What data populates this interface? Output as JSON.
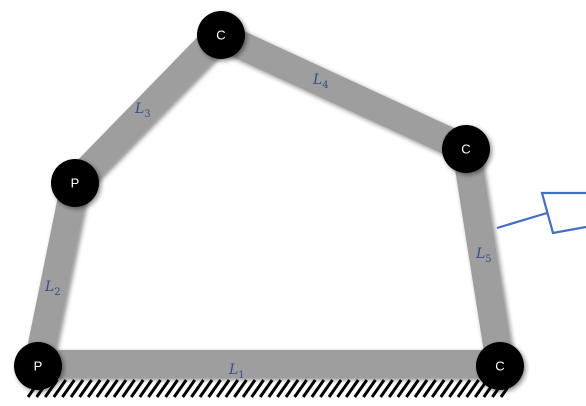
{
  "links": [
    {
      "id": "L1",
      "base": "L",
      "sub": "1"
    },
    {
      "id": "L2",
      "base": "L",
      "sub": "2"
    },
    {
      "id": "L3",
      "base": "L",
      "sub": "3"
    },
    {
      "id": "L4",
      "base": "L",
      "sub": "4"
    },
    {
      "id": "L5",
      "base": "L",
      "sub": "5"
    }
  ],
  "joints": [
    {
      "id": "j1",
      "label": "P"
    },
    {
      "id": "j2",
      "label": "P"
    },
    {
      "id": "j3",
      "label": "C"
    },
    {
      "id": "j4",
      "label": "C"
    },
    {
      "id": "j5",
      "label": "C"
    }
  ],
  "colors": {
    "link": "#9e9e9e",
    "joint": "#050505",
    "joint_text": "#ffffff",
    "label_text": "#2f4f8f",
    "gripper": "#3f6fc6",
    "ground_hatch": "#000000"
  }
}
